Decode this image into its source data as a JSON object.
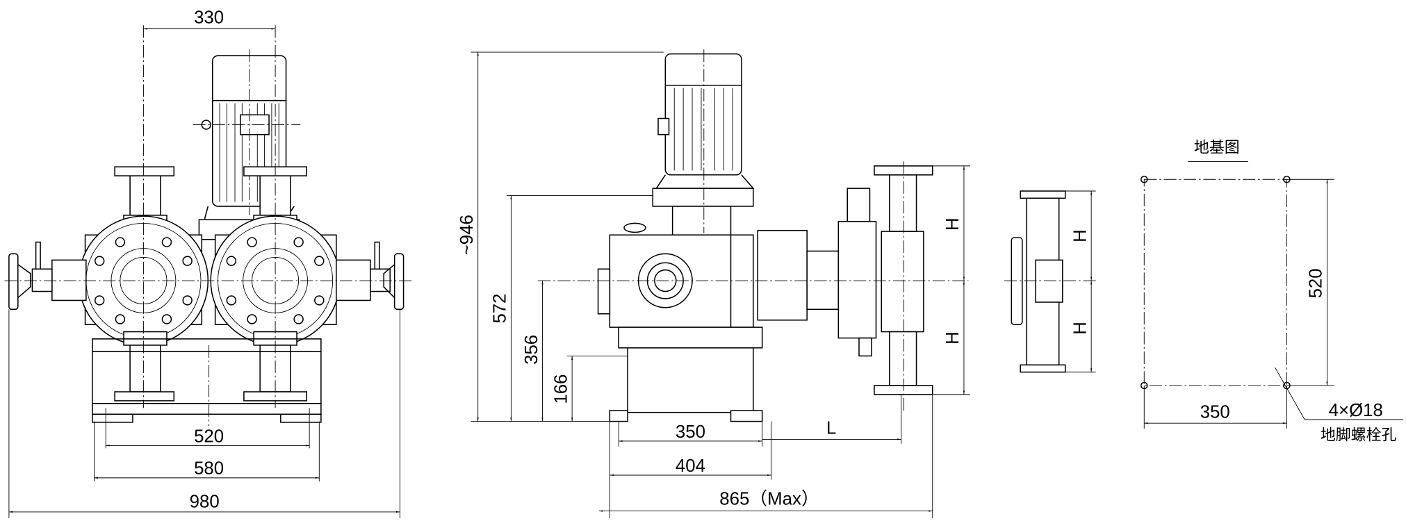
{
  "front_view": {
    "dims": {
      "motor_offset": "330",
      "base_bolt_span": "520",
      "base_width": "580",
      "overall_width": "980"
    }
  },
  "side_view": {
    "dims": {
      "overall_height": "~946",
      "shaft_height_572": "572",
      "center_height": "356",
      "base_height": "166",
      "base_bolt_span": "350",
      "base_width": "404",
      "overall_length": "865（Max）",
      "L": "L",
      "H_upper": "H",
      "H_lower": "H"
    }
  },
  "end_view": {
    "dims": {
      "H_upper": "H",
      "H_lower": "H"
    }
  },
  "foundation_plan": {
    "title": "地基图",
    "dims": {
      "length": "520",
      "width": "350"
    },
    "hole_note": "4×Ø18",
    "hole_label": "地脚螺栓孔"
  },
  "colors": {
    "line": "#000000",
    "background": "#ffffff"
  }
}
